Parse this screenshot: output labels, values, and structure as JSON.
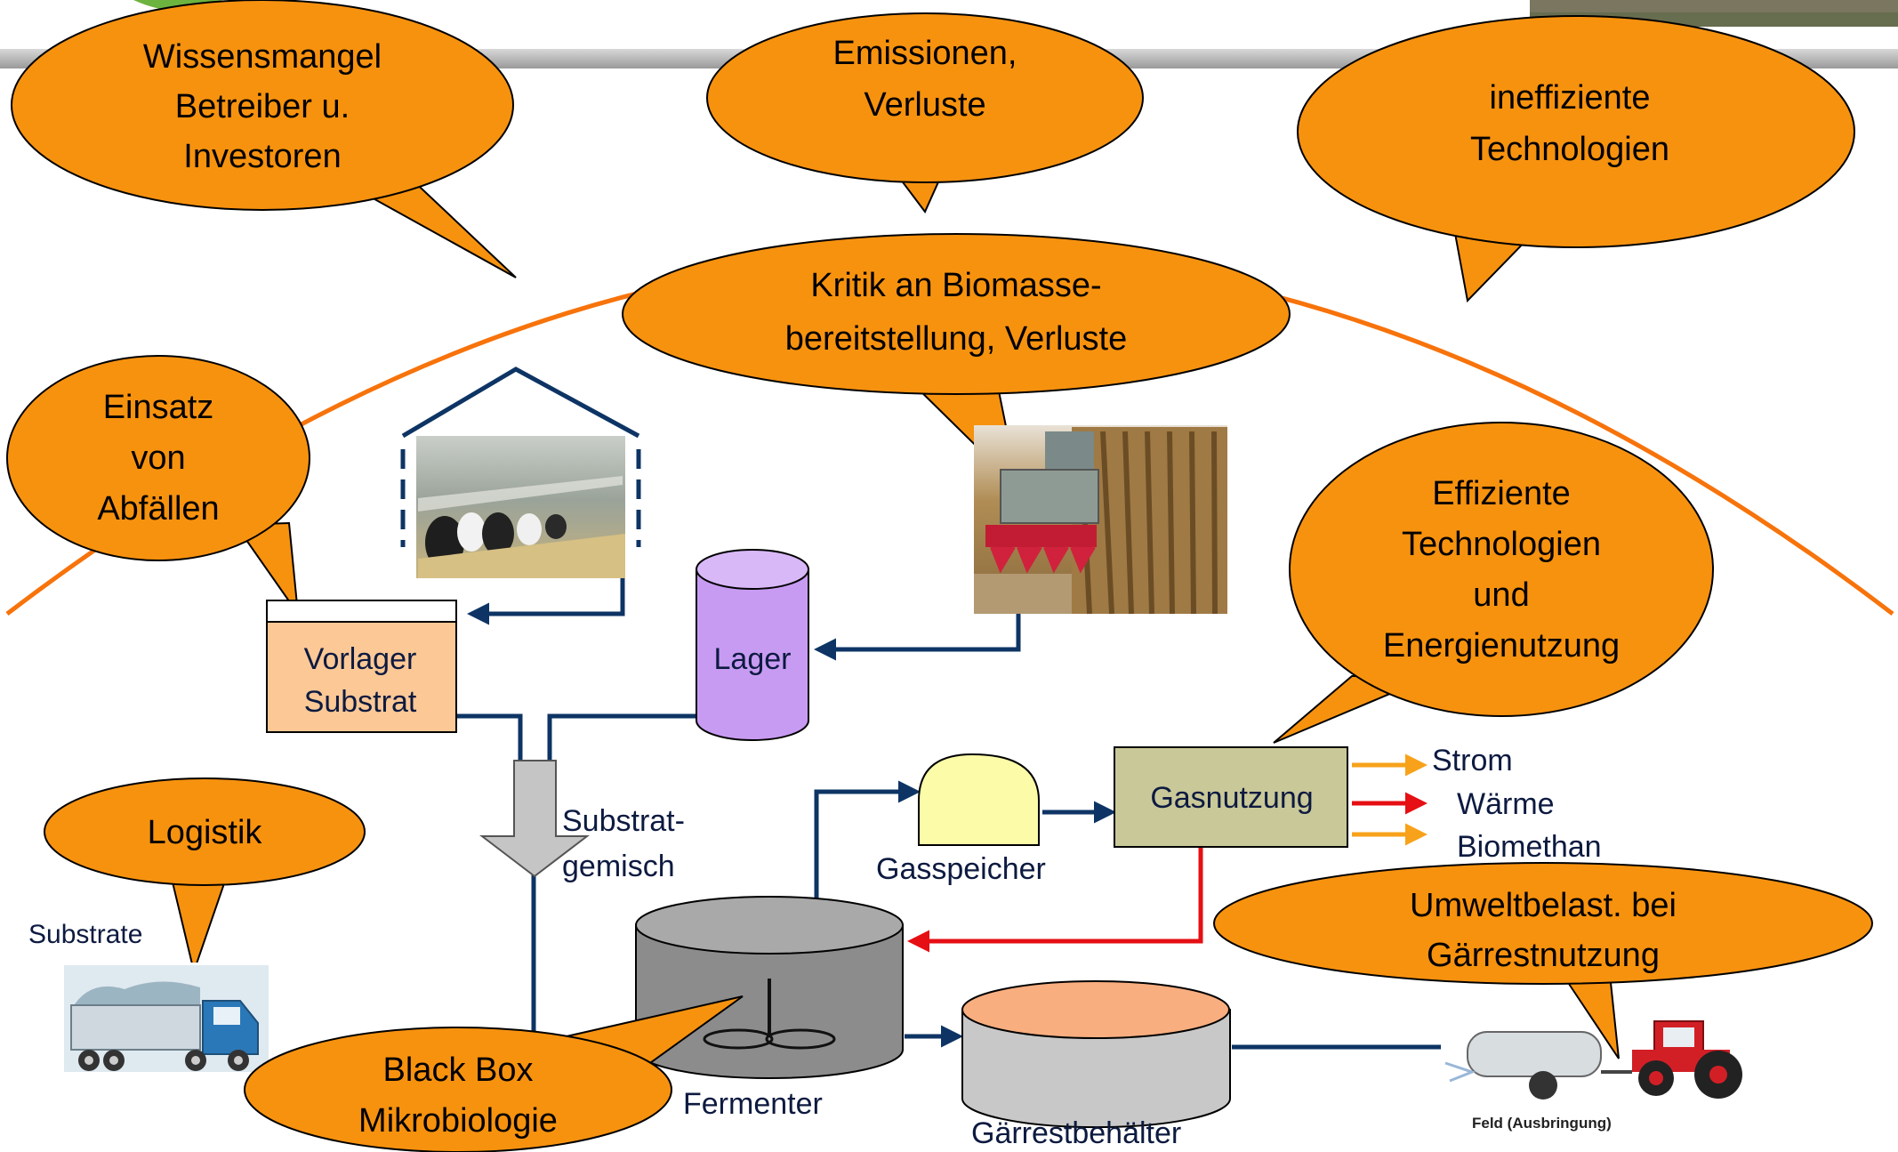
{
  "bubbles": {
    "wissensmangel": [
      "Wissensmangel",
      "Betreiber u.",
      "Investoren"
    ],
    "emissionen": [
      "Emissionen,",
      "Verluste"
    ],
    "ineffizient": [
      "ineffiziente",
      "Technologien"
    ],
    "kritik": [
      "Kritik an Biomasse-",
      "bereitstellung, Verluste"
    ],
    "einsatz": [
      "Einsatz",
      "von",
      "Abfällen"
    ],
    "effiziente": [
      "Effiziente",
      "Technologien",
      "und",
      "Energienutzung"
    ],
    "logistik": [
      "Logistik"
    ],
    "umwelt": [
      "Umweltbelast. bei",
      "Gärrestnutzung"
    ],
    "blackbox": [
      "Black Box",
      "Mikrobiologie"
    ]
  },
  "components": {
    "vorlager": [
      "Vorlager",
      "Substrat"
    ],
    "lager": "Lager",
    "substratgemisch": [
      "Substrat-",
      "gemisch"
    ],
    "gasspeicher": "Gasspeicher",
    "gasnutzung": "Gasnutzung",
    "fermenter": "Fermenter",
    "gaerrest": "Gärrestbehälter",
    "substrate": "Substrate",
    "feld": "Feld (Ausbringung)"
  },
  "outputs": [
    "Strom",
    "Wärme",
    "Biomethan"
  ],
  "colors": {
    "bubble_fill": "#F7920F",
    "system_ring": "#F7730B",
    "flow_line": "#0D3464",
    "heat_line": "#E50F14",
    "output_orange": "#F7A21A",
    "output_red": "#E50F14",
    "lager_fill": "#C89BF2",
    "vorlager_fill": "#FBC896",
    "gasspeicher_fill": "#FBFBA8",
    "gasnutzung_fill": "#C9C898",
    "fermenter_fill": "#8C8C8C",
    "gaerrest_fill": "#C8C8C8",
    "gaerrest_top": "#F9AE80"
  },
  "icons": [
    "cow-barn-image",
    "corn-harvester-image",
    "dump-truck-image",
    "tractor-tanker-image",
    "green-leaf-logo",
    "field-photo"
  ]
}
